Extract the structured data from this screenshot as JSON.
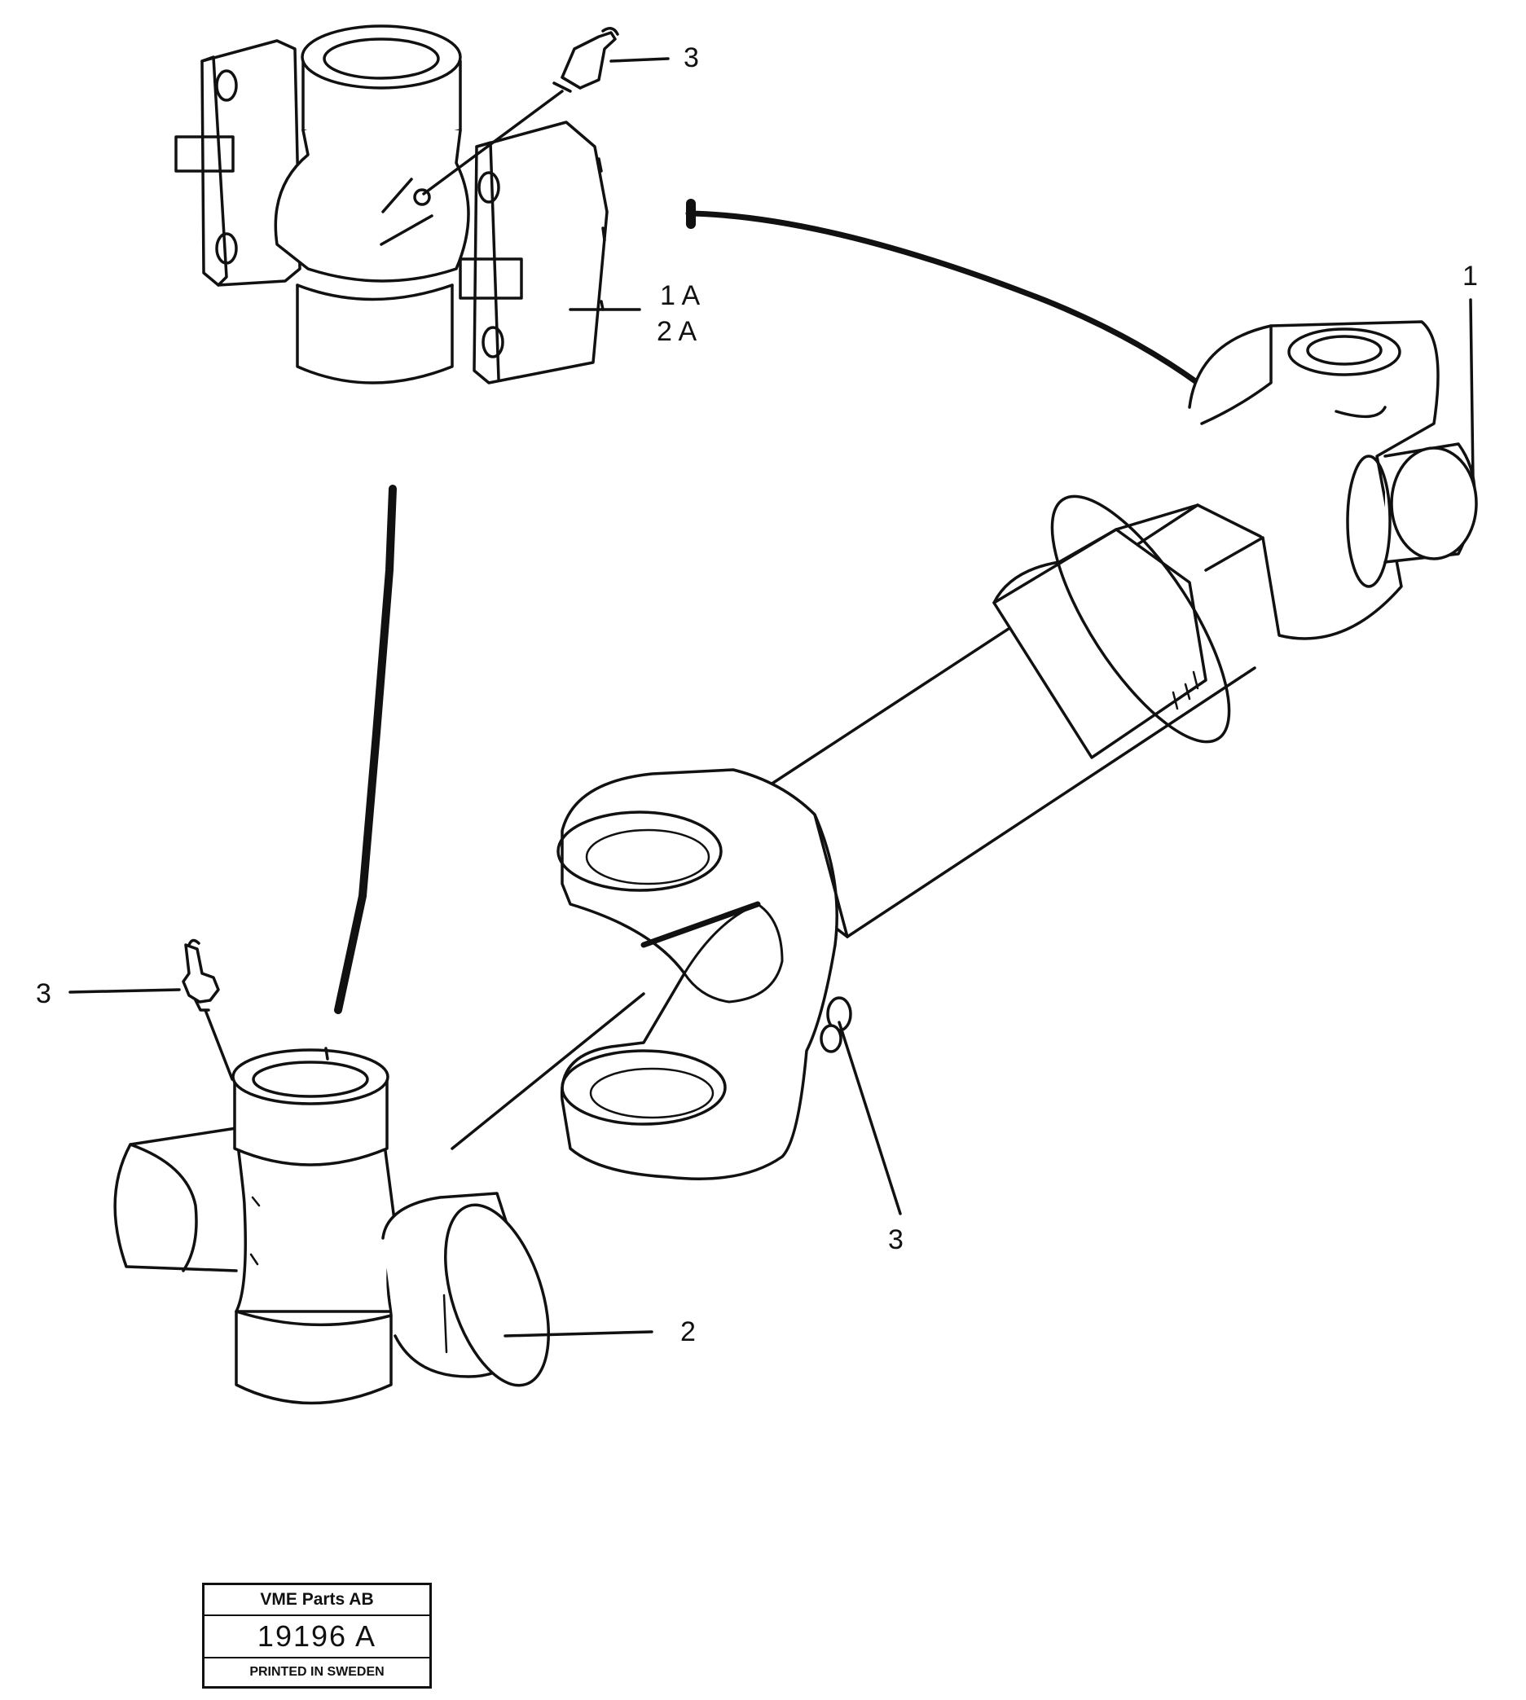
{
  "callouts": {
    "top_grease_nipple": "3",
    "spider_kit_1a": "1 A",
    "spider_kit_2a": "2 A",
    "shaft_assembly": "1",
    "left_grease_nipple": "3",
    "shaft_grease_nipple": "3",
    "spider_cross": "2"
  },
  "stamp": {
    "company": "VME Parts AB",
    "number": "19196 A",
    "printed": "PRINTED IN SWEDEN"
  },
  "colors": {
    "ink": "#111111",
    "paper": "#ffffff"
  }
}
